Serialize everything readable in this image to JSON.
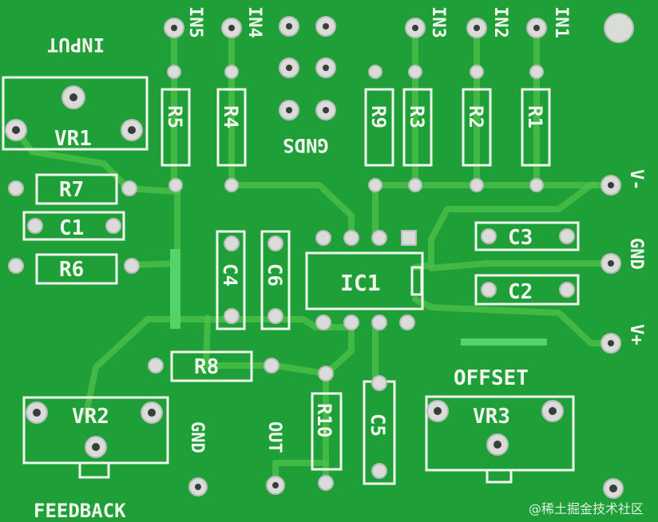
{
  "labels": {
    "input": "INPUT",
    "feedback": "FEEDBACK",
    "offset": "OFFSET",
    "gnds": "GNDS",
    "gnd_bottom": "GND",
    "out": "OUT",
    "v_minus": "V-",
    "gnd_right": "GND",
    "v_plus": "V+",
    "in5": "IN5",
    "in4": "IN4",
    "in3": "IN3",
    "in2": "IN2",
    "in1": "IN1"
  },
  "components": {
    "vr1": "VR1",
    "vr2": "VR2",
    "vr3": "VR3",
    "r1": "R1",
    "r2": "R2",
    "r3": "R3",
    "r4": "R4",
    "r5": "R5",
    "r6": "R6",
    "r7": "R7",
    "r8": "R8",
    "r9": "R9",
    "r10": "R10",
    "c1": "C1",
    "c2": "C2",
    "c3": "C3",
    "c4": "C4",
    "c5": "C5",
    "c6": "C6",
    "ic1": "IC1"
  },
  "watermark": "@稀土掘金技术社区",
  "colors": {
    "board": "#1c9c36",
    "silkscreen": "#f2f7ee",
    "trace": "#4fc24a",
    "pad": "#d9dcd9"
  }
}
